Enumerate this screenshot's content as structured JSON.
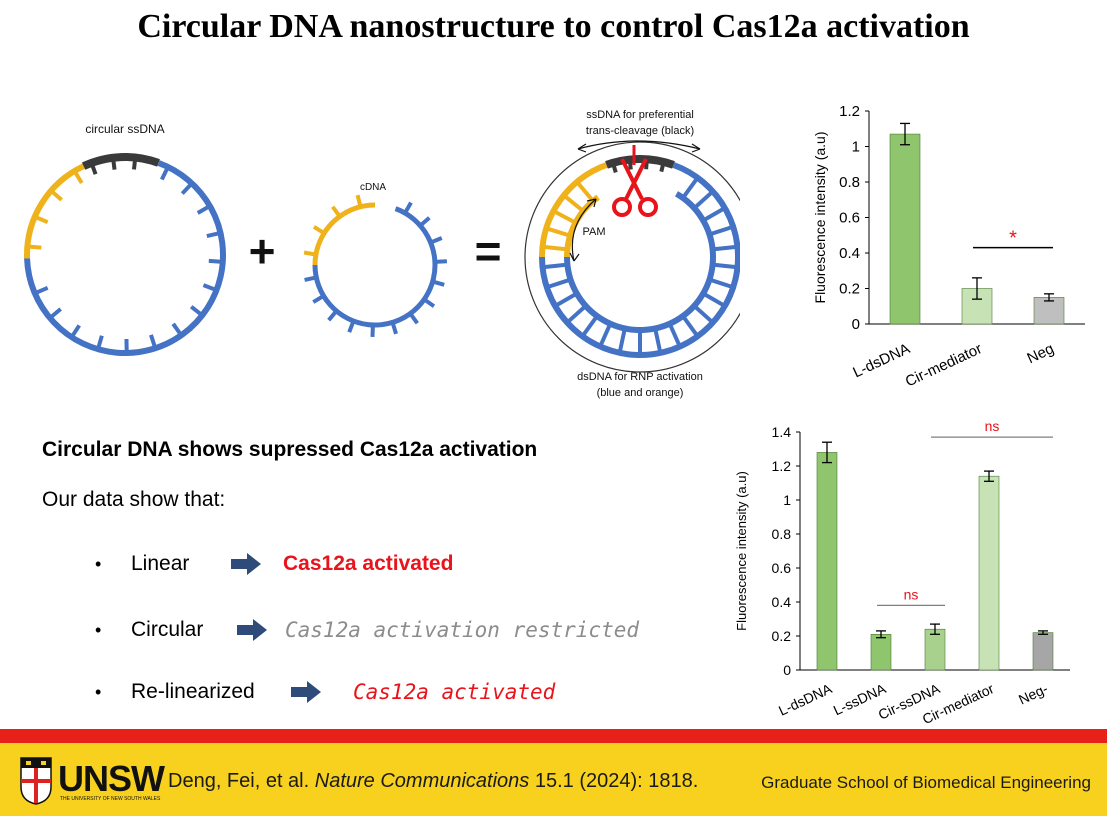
{
  "slide": {
    "title": "Circular DNA nanostructure to control Cas12a activation"
  },
  "diagram": {
    "label_circular_ssdna": "circular ssDNA",
    "label_cdna": "cDNA",
    "plus": "+",
    "equals": "=",
    "label_ssdna_line1": "ssDNA for preferential",
    "label_ssdna_line2": "trans-cleavage (black)",
    "label_pam": "PAM",
    "label_dsdna_line1": "dsDNA for RNP activation",
    "label_dsdna_line2": "(blue and orange)",
    "colors": {
      "blue": "#4472c4",
      "orange": "#f0b21b",
      "black": "#3a3a3a",
      "scissors": "#e8131b"
    }
  },
  "text": {
    "heading": "Circular DNA shows supressed Cas12a activation",
    "intro": "Our data show that:",
    "bullets": [
      {
        "term": "Linear",
        "result": "Cas12a activated"
      },
      {
        "term": "Circular",
        "result": "Cas12a activation restricted"
      },
      {
        "term": "Re-linearized",
        "result": "Cas12a activated"
      }
    ],
    "bullet_symbol": "•"
  },
  "chart_data": [
    {
      "type": "bar",
      "ylabel": "Fluorescence intensity (a.u)",
      "categories": [
        "L-dsDNA",
        "Cir-mediator",
        "Neg"
      ],
      "values": [
        1.07,
        0.2,
        0.15
      ],
      "errors": [
        0.06,
        0.06,
        0.02
      ],
      "colors": [
        "#8fc56d",
        "#c7e3b5",
        "#bfbfbf"
      ],
      "ylim": [
        0,
        1.2
      ],
      "yticks": [
        "0",
        "0.2",
        "0.4",
        "0.6",
        "0.8",
        "1",
        "1.2"
      ],
      "annotation": {
        "text": "*",
        "between": [
          "Cir-mediator",
          "Neg"
        ],
        "color": "#e8131b"
      }
    },
    {
      "type": "bar",
      "ylabel": "Fluorescence intensity (a.u)",
      "categories": [
        "L-dsDNA",
        "L-ssDNA",
        "Cir-ssDNA",
        "Cir-mediator",
        "Neg-"
      ],
      "values": [
        1.28,
        0.21,
        0.24,
        1.14,
        0.22
      ],
      "errors": [
        0.06,
        0.02,
        0.03,
        0.03,
        0.01
      ],
      "colors": [
        "#8fc56d",
        "#8fc56d",
        "#a9d18e",
        "#c7e3b5",
        "#a6a6a6"
      ],
      "ylim": [
        0,
        1.4
      ],
      "yticks": [
        "0",
        "0.2",
        "0.4",
        "0.6",
        "0.8",
        "1",
        "1.2",
        "1.4"
      ],
      "annotations": [
        {
          "text": "ns",
          "between": [
            "L-ssDNA",
            "Cir-ssDNA"
          ],
          "color": "#e8131b"
        },
        {
          "text": "ns",
          "between": [
            "Cir-ssDNA",
            "Neg-"
          ],
          "color": "#e8131b"
        }
      ]
    }
  ],
  "footer": {
    "logo_text": "UNSW",
    "logo_subtext": "THE UNIVERSITY OF NEW SOUTH WALES",
    "citation_authors": "Deng, Fei, et al.",
    "citation_journal": "Nature Communications",
    "citation_rest": "15.1 (2024): 1818.",
    "school": "Graduate School of Biomedical Engineering"
  }
}
